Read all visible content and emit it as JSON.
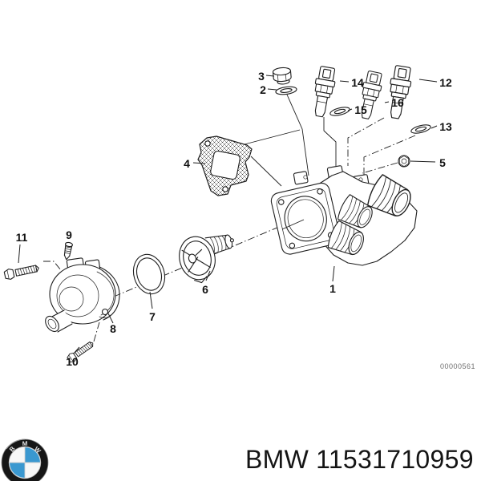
{
  "diagram": {
    "drawing_number": "00000561",
    "part_labels": [
      {
        "number": "1"
      },
      {
        "number": "2"
      },
      {
        "number": "3"
      },
      {
        "number": "4"
      },
      {
        "number": "5"
      },
      {
        "number": "6"
      },
      {
        "number": "7"
      },
      {
        "number": "8"
      },
      {
        "number": "9"
      },
      {
        "number": "10"
      },
      {
        "number": "11"
      },
      {
        "number": "12"
      },
      {
        "number": "13"
      },
      {
        "number": "14"
      },
      {
        "number": "15"
      },
      {
        "number": "16"
      }
    ]
  },
  "footer": {
    "brand": "BMW",
    "part_number": "11531710959",
    "logo": {
      "letters": [
        "B",
        "M",
        "W"
      ],
      "blue": "#3a98d0"
    }
  }
}
